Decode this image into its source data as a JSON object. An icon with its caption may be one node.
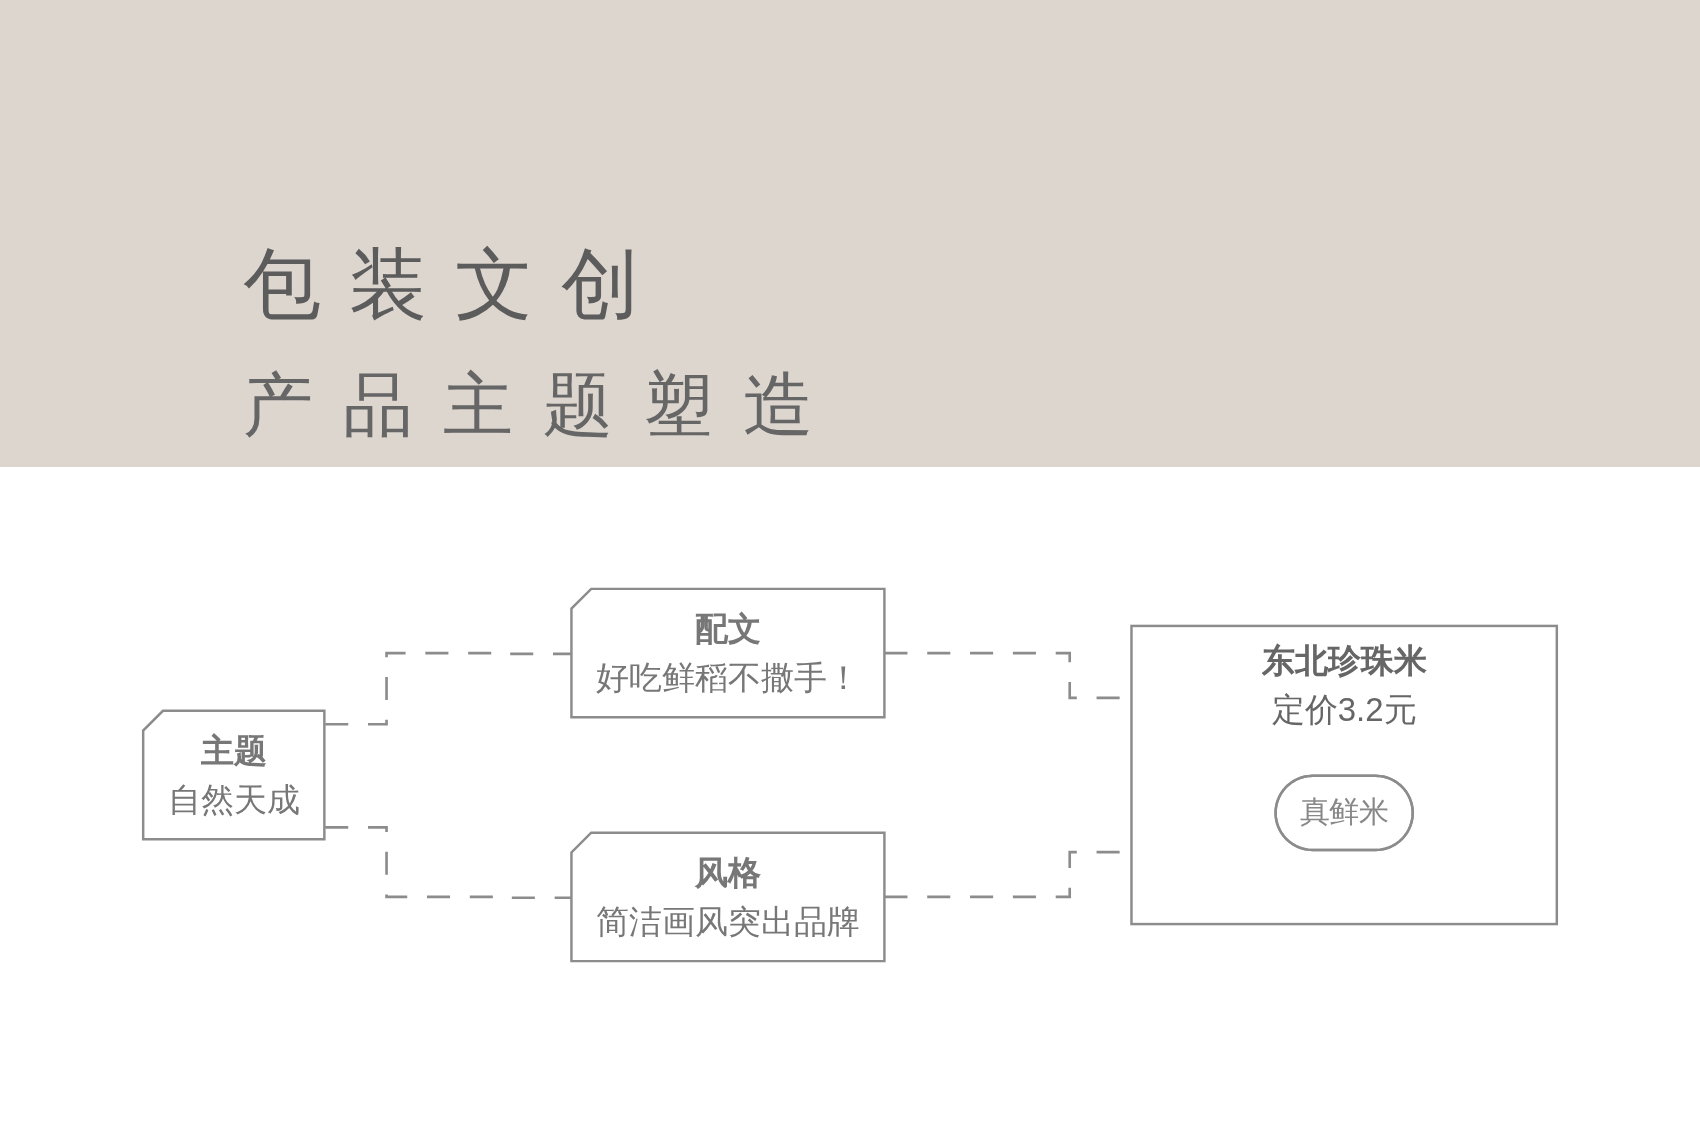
{
  "diagram": {
    "title": "包装文创",
    "nodes": [
      {
        "text": [
          "主题",
          "自然天成"
        ]
      },
      {
        "text": [
          "配文",
          "好吃鲜稻不撒手！"
        ]
      },
      {
        "text": [
          "东北珍珠米",
          "定价3.2元"
        ]
      },
      {
        "text": [
          "真鲜米"
        ],
        "in": 2
      },
      {
        "text": [
          "风格",
          "简洁画风突出品牌"
        ]
      }
    ],
    "edges": [
      {
        "from": 0,
        "to": 1,
        "arrow": "none",
        "style": "dashed"
      },
      {
        "from": 1,
        "to": 2,
        "arrow": "none",
        "style": "dashed"
      },
      {
        "from": 0,
        "to": 4,
        "arrow": "none",
        "style": "dashed"
      },
      {
        "from": 4,
        "to": 2,
        "arrow": "none",
        "style": "dashed"
      }
    ],
    "labels": [
      "产品主题塑造"
    ]
  }
}
